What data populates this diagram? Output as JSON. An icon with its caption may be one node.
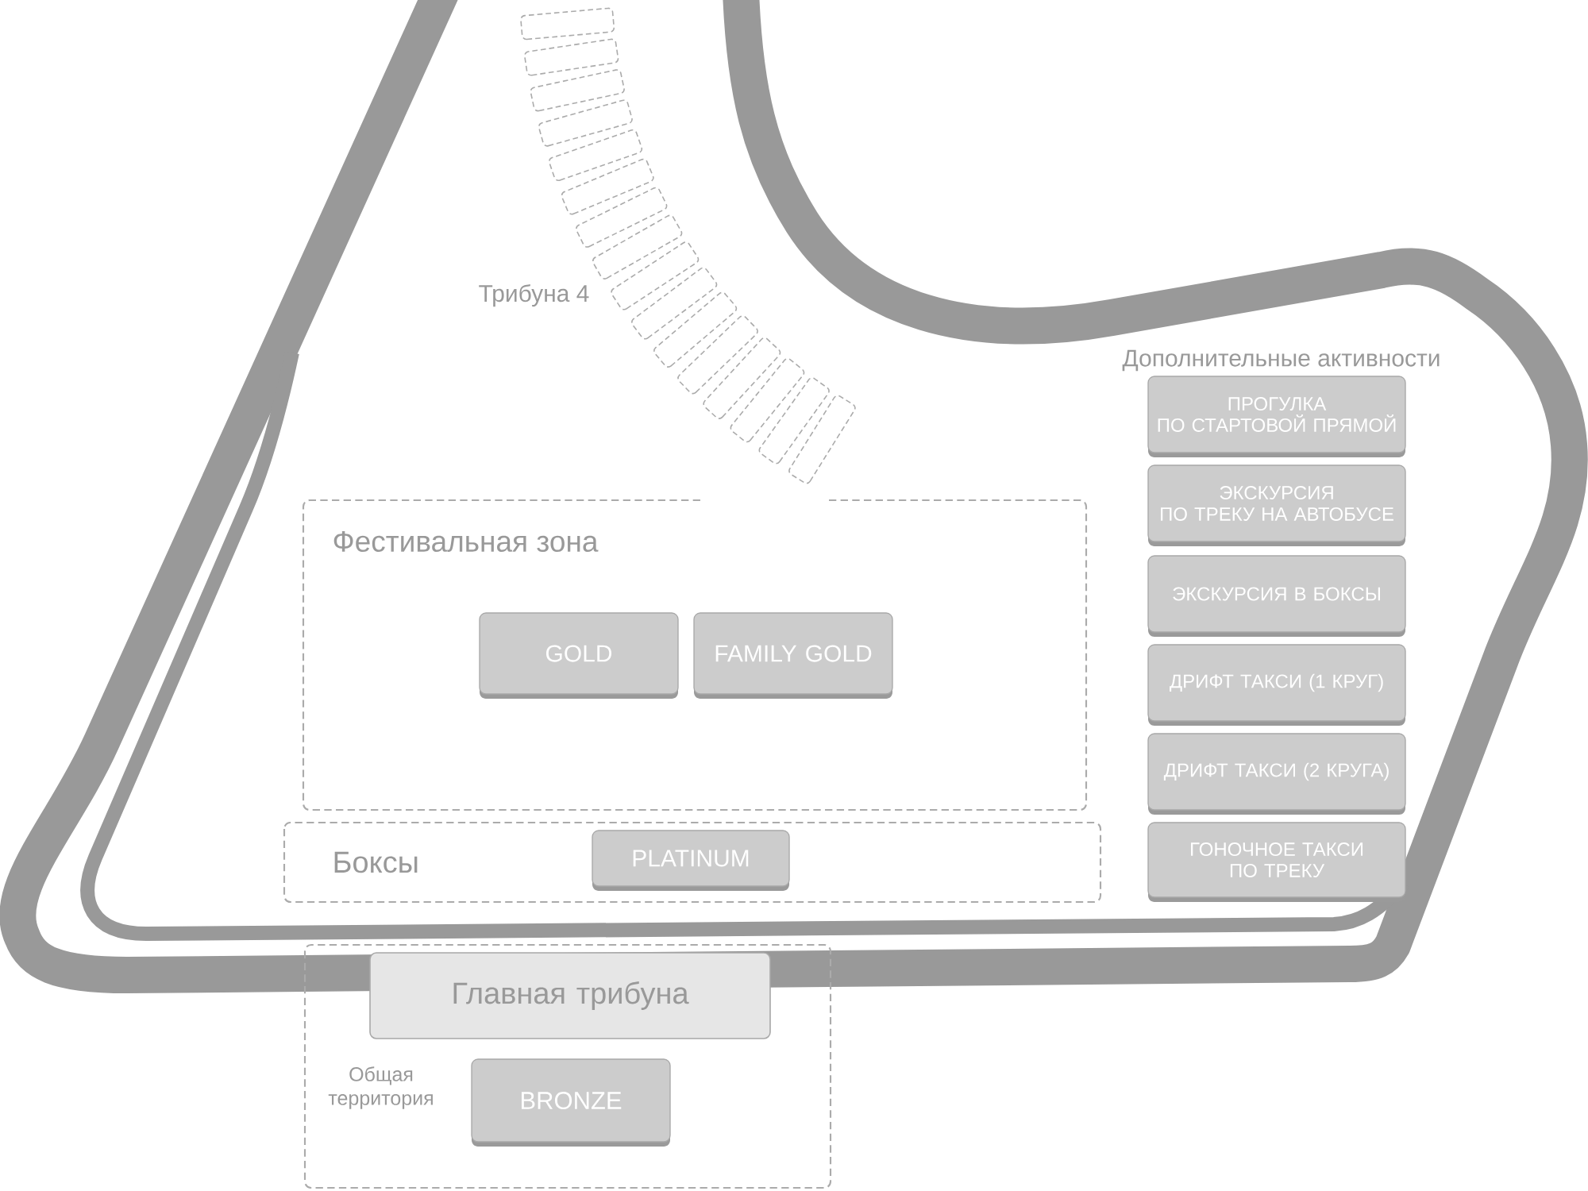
{
  "diagram": {
    "nodes": [
      {
        "text": [
          "Фестивальная зона"
        ]
      },
      {
        "text": [
          "GOLD"
        ],
        "in": 0
      },
      {
        "text": [
          "FAMILY GOLD"
        ],
        "in": 0
      },
      {
        "text": [
          "Боксы"
        ]
      },
      {
        "text": [
          "PLATINUM"
        ],
        "in": 3
      },
      {
        "text": [
          "ПРОГУЛКА ПО СТАРТОВОЙ ПРЯМОЙ"
        ]
      },
      {
        "text": [
          "ЭКСКУРСИЯ ПО ТРЕКУ НА АВТОБУСЕ"
        ]
      },
      {
        "text": [
          "ЭКСКУРСИЯ В БОКСЫ"
        ]
      },
      {
        "text": [
          "ДРИФТ ТАКСИ (1 КРУГ)"
        ]
      },
      {
        "text": [
          "ДРИФТ ТАКСИ (2 КРУГА)"
        ]
      },
      {
        "text": [
          "ГОНОЧНОЕ ТАКСИ ПО ТРЕКУ"
        ]
      },
      {
        "text": [
          "Общая территория"
        ]
      },
      {
        "text": [
          "Главная трибуна"
        ],
        "in": 11
      },
      {
        "text": [
          "BRONZE"
        ],
        "in": 11
      }
    ],
    "labels": [
      "Трибуна 4",
      "Дополнительные активности"
    ]
  }
}
